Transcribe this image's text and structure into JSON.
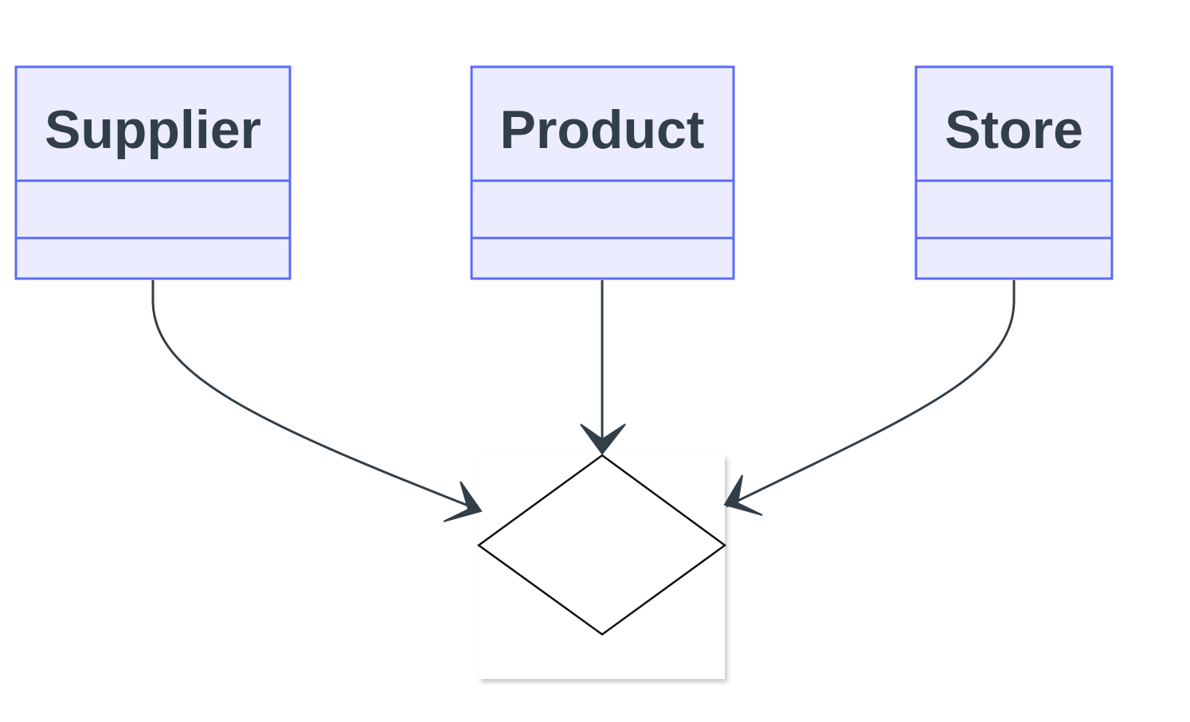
{
  "diagram": {
    "type": "class-diagram",
    "colors": {
      "class_fill": "#ECECFF",
      "class_stroke": "#5B6BF6",
      "title_text": "#333F48",
      "edge": "#333F48",
      "diamond_stroke": "#111111",
      "diamond_box_fill": "#FFFFFF"
    },
    "classes": [
      {
        "id": "supplier",
        "title": "Supplier"
      },
      {
        "id": "product",
        "title": "Product"
      },
      {
        "id": "store",
        "title": "Store"
      }
    ],
    "relation_node": {
      "id": "relation",
      "shape": "diamond",
      "label": ""
    },
    "edges": [
      {
        "from": "supplier",
        "to": "relation",
        "arrow": "open"
      },
      {
        "from": "product",
        "to": "relation",
        "arrow": "open"
      },
      {
        "from": "store",
        "to": "relation",
        "arrow": "open"
      }
    ]
  }
}
